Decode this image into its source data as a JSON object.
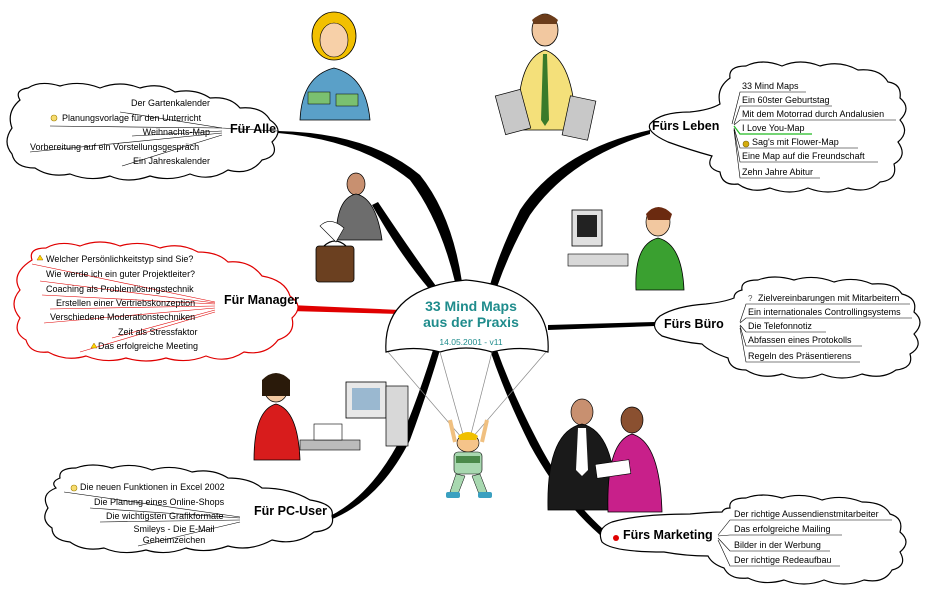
{
  "center": {
    "title_line1": "33 Mind Maps",
    "title_line2": "aus der Praxis",
    "date": "14.05.2001 - v11"
  },
  "colors": {
    "accent": "#1f8c8c",
    "manager_line": "#e00000",
    "leben_highlight": "#22bb22"
  },
  "branches": {
    "fuer_alle": {
      "title": "Für Alle",
      "items": [
        "Der Gartenkalender",
        "Planungsvorlage für den Unterricht",
        "Weihnachts-Map",
        "Vorbereitung auf ein Vorstellungsgespräch",
        "Ein Jahreskalender"
      ]
    },
    "fuer_manager": {
      "title": "Für Manager",
      "items": [
        "Welcher Persönlichkeitstyp sind Sie?",
        "Wie werde ich ein guter Projektleiter?",
        "Coaching als Problemlösungstechnik",
        "Erstellen einer Vertriebskonzeption",
        "Verschiedene Moderationstechniken",
        "Zeit als Stressfaktor",
        "Das erfolgreiche Meeting"
      ]
    },
    "fuer_pc_user": {
      "title": "Für PC-User",
      "items": [
        "Die neuen Funktionen in Excel 2002",
        "Die Planung eines Online-Shops",
        "Die wichtigsten Grafikformate",
        "Smileys - Die E-Mail Geheimzeichen"
      ]
    },
    "fuers_leben": {
      "title": "Fürs Leben",
      "items": [
        "33 Mind Maps",
        "Ein 60ster Geburtstag",
        "Mit dem Motorrad durch Andalusien",
        "I Love You-Map",
        "Sag's mit Flower-Map",
        "Eine Map auf die Freundschaft",
        "Zehn Jahre Abitur"
      ]
    },
    "fuers_buero": {
      "title": "Fürs Büro",
      "items": [
        "Zielvereinbarungen mit Mitarbeitern",
        "Ein internationales Controllingsystems",
        "Die Telefonnotiz",
        "Abfassen eines Protokolls",
        "Regeln des Präsentierens"
      ]
    },
    "fuers_marketing": {
      "title": "Fürs Marketing",
      "items": [
        "Der richtige Aussendienstmitarbeiter",
        "Das erfolgreiche Mailing",
        "Bilder in der Werbung",
        "Der richtige Redeaufbau"
      ]
    }
  },
  "icons": [
    "lightbulb-icon",
    "alert-icon",
    "question-icon",
    "coin-icon",
    "bullet-red-icon"
  ]
}
